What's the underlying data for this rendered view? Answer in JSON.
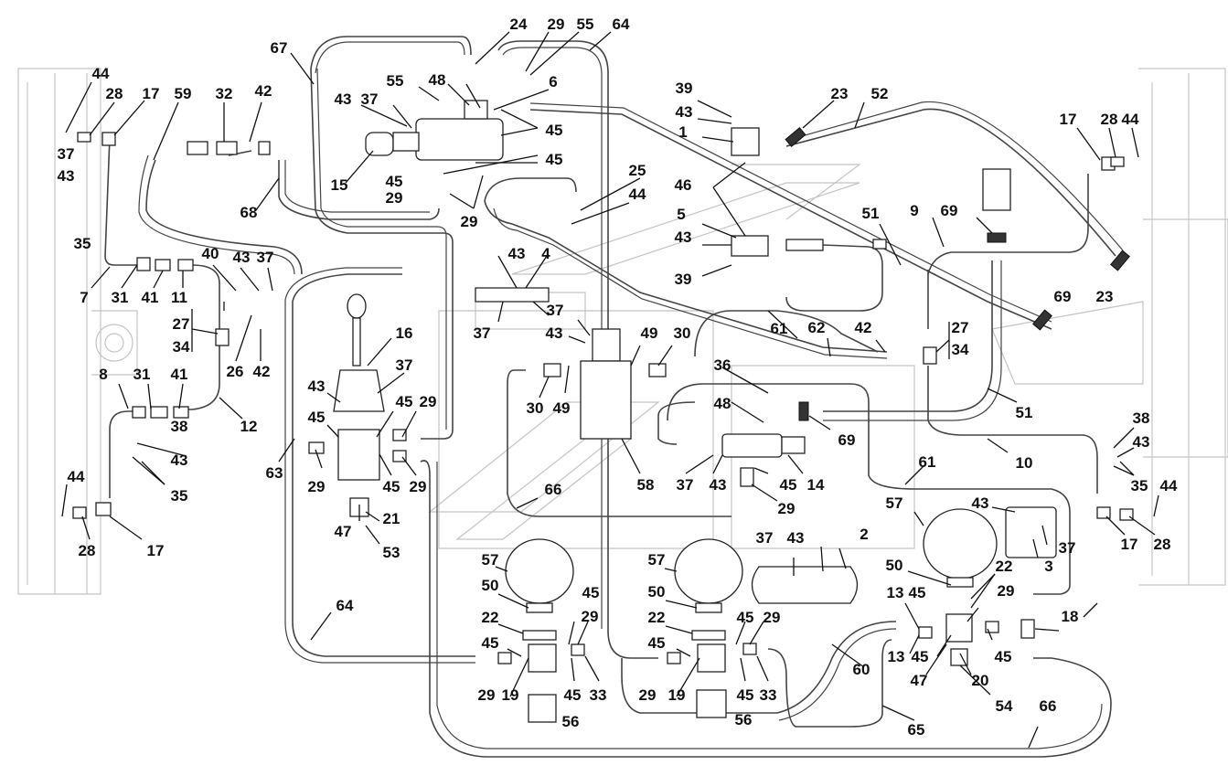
{
  "figure": {
    "type": "hydraulic-pneumatic piping assembly diagram",
    "style": "black line drawing on white"
  },
  "callouts": [
    {
      "id": "c44a",
      "text": "44"
    },
    {
      "id": "c28a",
      "text": "28"
    },
    {
      "id": "c17a",
      "text": "17"
    },
    {
      "id": "c59",
      "text": "59"
    },
    {
      "id": "c32",
      "text": "32"
    },
    {
      "id": "c42a",
      "text": "42"
    },
    {
      "id": "c67",
      "text": "67"
    },
    {
      "id": "c24",
      "text": "24"
    },
    {
      "id": "c29a",
      "text": "29"
    },
    {
      "id": "c55a",
      "text": "55"
    },
    {
      "id": "c64a",
      "text": "64"
    },
    {
      "id": "c39a",
      "text": "39"
    },
    {
      "id": "c23a",
      "text": "23"
    },
    {
      "id": "c52",
      "text": "52"
    },
    {
      "id": "c43a",
      "text": "43"
    },
    {
      "id": "c37a",
      "text": "37"
    },
    {
      "id": "c55b",
      "text": "55"
    },
    {
      "id": "c48a",
      "text": "48"
    },
    {
      "id": "c6",
      "text": "6"
    },
    {
      "id": "c43b",
      "text": "43"
    },
    {
      "id": "c1",
      "text": "1"
    },
    {
      "id": "c17b",
      "text": "17"
    },
    {
      "id": "c28b",
      "text": "28"
    },
    {
      "id": "c44b",
      "text": "44"
    },
    {
      "id": "c37b",
      "text": "37"
    },
    {
      "id": "c43c",
      "text": "43"
    },
    {
      "id": "c45a",
      "text": "45"
    },
    {
      "id": "c15",
      "text": "15"
    },
    {
      "id": "c45b",
      "text": "45"
    },
    {
      "id": "c45c",
      "text": "45"
    },
    {
      "id": "c29b",
      "text": "29"
    },
    {
      "id": "c46",
      "text": "46"
    },
    {
      "id": "c35a",
      "text": "35"
    },
    {
      "id": "c68",
      "text": "68"
    },
    {
      "id": "c29c",
      "text": "29"
    },
    {
      "id": "c25",
      "text": "25"
    },
    {
      "id": "c44c",
      "text": "44"
    },
    {
      "id": "c69a",
      "text": "69"
    },
    {
      "id": "c9",
      "text": "9"
    },
    {
      "id": "c51a",
      "text": "51"
    },
    {
      "id": "c5",
      "text": "5"
    },
    {
      "id": "c43d",
      "text": "43"
    },
    {
      "id": "c40",
      "text": "40"
    },
    {
      "id": "c43e",
      "text": "43"
    },
    {
      "id": "c37c",
      "text": "37"
    },
    {
      "id": "c7",
      "text": "7"
    },
    {
      "id": "c31a",
      "text": "31"
    },
    {
      "id": "c41a",
      "text": "41"
    },
    {
      "id": "c11",
      "text": "11"
    },
    {
      "id": "c43f",
      "text": "43"
    },
    {
      "id": "c4",
      "text": "4"
    },
    {
      "id": "c39b",
      "text": "39"
    },
    {
      "id": "c23b",
      "text": "23"
    },
    {
      "id": "c37d",
      "text": "37"
    },
    {
      "id": "c27a",
      "text": "27"
    },
    {
      "id": "c34a",
      "text": "34"
    },
    {
      "id": "c37e",
      "text": "37"
    },
    {
      "id": "c69b",
      "text": "69"
    },
    {
      "id": "c61a",
      "text": "61"
    },
    {
      "id": "c62",
      "text": "62"
    },
    {
      "id": "c43g",
      "text": "43"
    },
    {
      "id": "c49a",
      "text": "49"
    },
    {
      "id": "c30a",
      "text": "30"
    },
    {
      "id": "c42b",
      "text": "42"
    },
    {
      "id": "c27b",
      "text": "27"
    },
    {
      "id": "c34b",
      "text": "34"
    },
    {
      "id": "c16",
      "text": "16"
    },
    {
      "id": "c26",
      "text": "26"
    },
    {
      "id": "c42c",
      "text": "42"
    },
    {
      "id": "c8",
      "text": "8"
    },
    {
      "id": "c31b",
      "text": "31"
    },
    {
      "id": "c41b",
      "text": "41"
    },
    {
      "id": "c37f",
      "text": "37"
    },
    {
      "id": "c43h",
      "text": "43"
    },
    {
      "id": "c36",
      "text": "36"
    },
    {
      "id": "c45d",
      "text": "45"
    },
    {
      "id": "c29d",
      "text": "29"
    },
    {
      "id": "c30b",
      "text": "30"
    },
    {
      "id": "c49b",
      "text": "49"
    },
    {
      "id": "c12",
      "text": "12"
    },
    {
      "id": "c38a",
      "text": "38"
    },
    {
      "id": "c45e",
      "text": "45"
    },
    {
      "id": "c48b",
      "text": "48"
    },
    {
      "id": "c69c",
      "text": "69"
    },
    {
      "id": "c51b",
      "text": "51"
    },
    {
      "id": "c43i",
      "text": "43"
    },
    {
      "id": "c63",
      "text": "63"
    },
    {
      "id": "c35b",
      "text": "35"
    },
    {
      "id": "c29e",
      "text": "29"
    },
    {
      "id": "c45f",
      "text": "45"
    },
    {
      "id": "c29f",
      "text": "29"
    },
    {
      "id": "c37g",
      "text": "37"
    },
    {
      "id": "c43j",
      "text": "43"
    },
    {
      "id": "c45g",
      "text": "45"
    },
    {
      "id": "c14",
      "text": "14"
    },
    {
      "id": "c10",
      "text": "10"
    },
    {
      "id": "c38b",
      "text": "38"
    },
    {
      "id": "c43k",
      "text": "43"
    },
    {
      "id": "c58",
      "text": "58"
    },
    {
      "id": "c29g",
      "text": "29"
    },
    {
      "id": "c61b",
      "text": "61"
    },
    {
      "id": "c35c",
      "text": "35"
    },
    {
      "id": "c44d",
      "text": "44"
    },
    {
      "id": "c44e",
      "text": "44"
    },
    {
      "id": "c66a",
      "text": "66"
    },
    {
      "id": "c47a",
      "text": "47"
    },
    {
      "id": "c21",
      "text": "21"
    },
    {
      "id": "c53",
      "text": "53"
    },
    {
      "id": "c28c",
      "text": "28"
    },
    {
      "id": "c17c",
      "text": "17"
    },
    {
      "id": "c57a",
      "text": "57"
    },
    {
      "id": "c57b",
      "text": "57"
    },
    {
      "id": "c37h",
      "text": "37"
    },
    {
      "id": "c43l",
      "text": "43"
    },
    {
      "id": "c2",
      "text": "2"
    },
    {
      "id": "c57c",
      "text": "57"
    },
    {
      "id": "c43m",
      "text": "43"
    },
    {
      "id": "c37i",
      "text": "37"
    },
    {
      "id": "c17d",
      "text": "17"
    },
    {
      "id": "c28d",
      "text": "28"
    },
    {
      "id": "c3",
      "text": "3"
    },
    {
      "id": "c50a",
      "text": "50"
    },
    {
      "id": "c50b",
      "text": "50"
    },
    {
      "id": "c50c",
      "text": "50"
    },
    {
      "id": "c22a",
      "text": "22"
    },
    {
      "id": "c22b",
      "text": "22"
    },
    {
      "id": "c22c",
      "text": "22"
    },
    {
      "id": "c45h",
      "text": "45"
    },
    {
      "id": "c45i",
      "text": "45"
    },
    {
      "id": "c29h",
      "text": "29"
    },
    {
      "id": "c29i",
      "text": "29"
    },
    {
      "id": "c13a",
      "text": "13"
    },
    {
      "id": "c45j",
      "text": "45"
    },
    {
      "id": "c29j",
      "text": "29"
    },
    {
      "id": "c18",
      "text": "18"
    },
    {
      "id": "c64b",
      "text": "64"
    },
    {
      "id": "c45k",
      "text": "45"
    },
    {
      "id": "c45l",
      "text": "45"
    },
    {
      "id": "c13b",
      "text": "13"
    },
    {
      "id": "c45m",
      "text": "45"
    },
    {
      "id": "c45n",
      "text": "45"
    },
    {
      "id": "c60",
      "text": "60"
    },
    {
      "id": "c47b",
      "text": "47"
    },
    {
      "id": "c20",
      "text": "20"
    },
    {
      "id": "c29k",
      "text": "29"
    },
    {
      "id": "c19a",
      "text": "19"
    },
    {
      "id": "c45o",
      "text": "45"
    },
    {
      "id": "c33a",
      "text": "33"
    },
    {
      "id": "c29l",
      "text": "29"
    },
    {
      "id": "c19b",
      "text": "19"
    },
    {
      "id": "c45p",
      "text": "45"
    },
    {
      "id": "c33b",
      "text": "33"
    },
    {
      "id": "c54",
      "text": "54"
    },
    {
      "id": "c66b",
      "text": "66"
    },
    {
      "id": "c56a",
      "text": "56"
    },
    {
      "id": "c56b",
      "text": "56"
    },
    {
      "id": "c65",
      "text": "65"
    }
  ]
}
